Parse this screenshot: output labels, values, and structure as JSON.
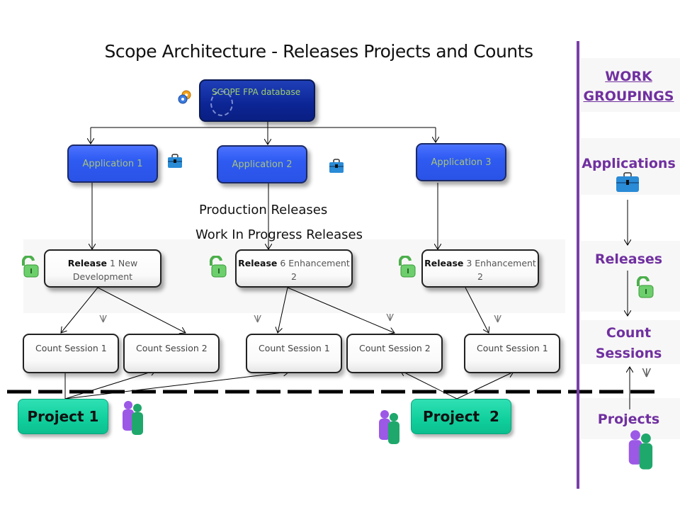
{
  "title": "Scope Architecture  - Releases Projects and Counts",
  "database": {
    "label": "SCOPE FPA database",
    "icon": "gears-icon"
  },
  "applications": [
    {
      "label": "Application 1",
      "icon": "briefcase-icon"
    },
    {
      "label": "Application 2",
      "icon": "briefcase-icon"
    },
    {
      "label": "Application 3",
      "icon": null
    }
  ],
  "labels": {
    "production_releases": "Production Releases",
    "wip_releases": "Work In Progress Releases"
  },
  "releases": [
    {
      "bold": "Release",
      "rest": " 1 New Development",
      "icon": "open-lock-icon"
    },
    {
      "bold": "Release",
      "rest": " 6 Enhancement 2",
      "icon": "open-lock-icon"
    },
    {
      "bold": "Release",
      "rest": " 3 Enhancement 2",
      "icon": "open-lock-icon"
    }
  ],
  "count_sessions": [
    {
      "label": "Count Session 1",
      "release": 1
    },
    {
      "label": "Count Session 2",
      "release": 1
    },
    {
      "label": "Count Session 1",
      "release": 6
    },
    {
      "label": "Count Session 2",
      "release": 6
    },
    {
      "label": "Count Session 1",
      "release": 3
    }
  ],
  "projects": [
    {
      "label": "Project 1",
      "icon": "people-icon"
    },
    {
      "label": "Project  2",
      "icon": "people-icon"
    }
  ],
  "work_groupings": {
    "heading": "WORK GROUPINGS",
    "heading_line1": "WORK",
    "heading_line2": "GROUPINGS",
    "levels": [
      {
        "label": "Applications",
        "icon": "briefcase-icon"
      },
      {
        "label": "Releases",
        "icon": "open-lock-icon"
      },
      {
        "label_line1": "Count",
        "label_line2": "Sessions",
        "icon": "compass-icon"
      },
      {
        "label": "Projects",
        "icon": "people-icon"
      }
    ]
  },
  "colors": {
    "app_blue": "#2f5bf2",
    "db_blue": "#0c2595",
    "project_teal": "#10cf9c",
    "grouping_purple": "#7030a0",
    "lock_green": "#5ec45e"
  }
}
